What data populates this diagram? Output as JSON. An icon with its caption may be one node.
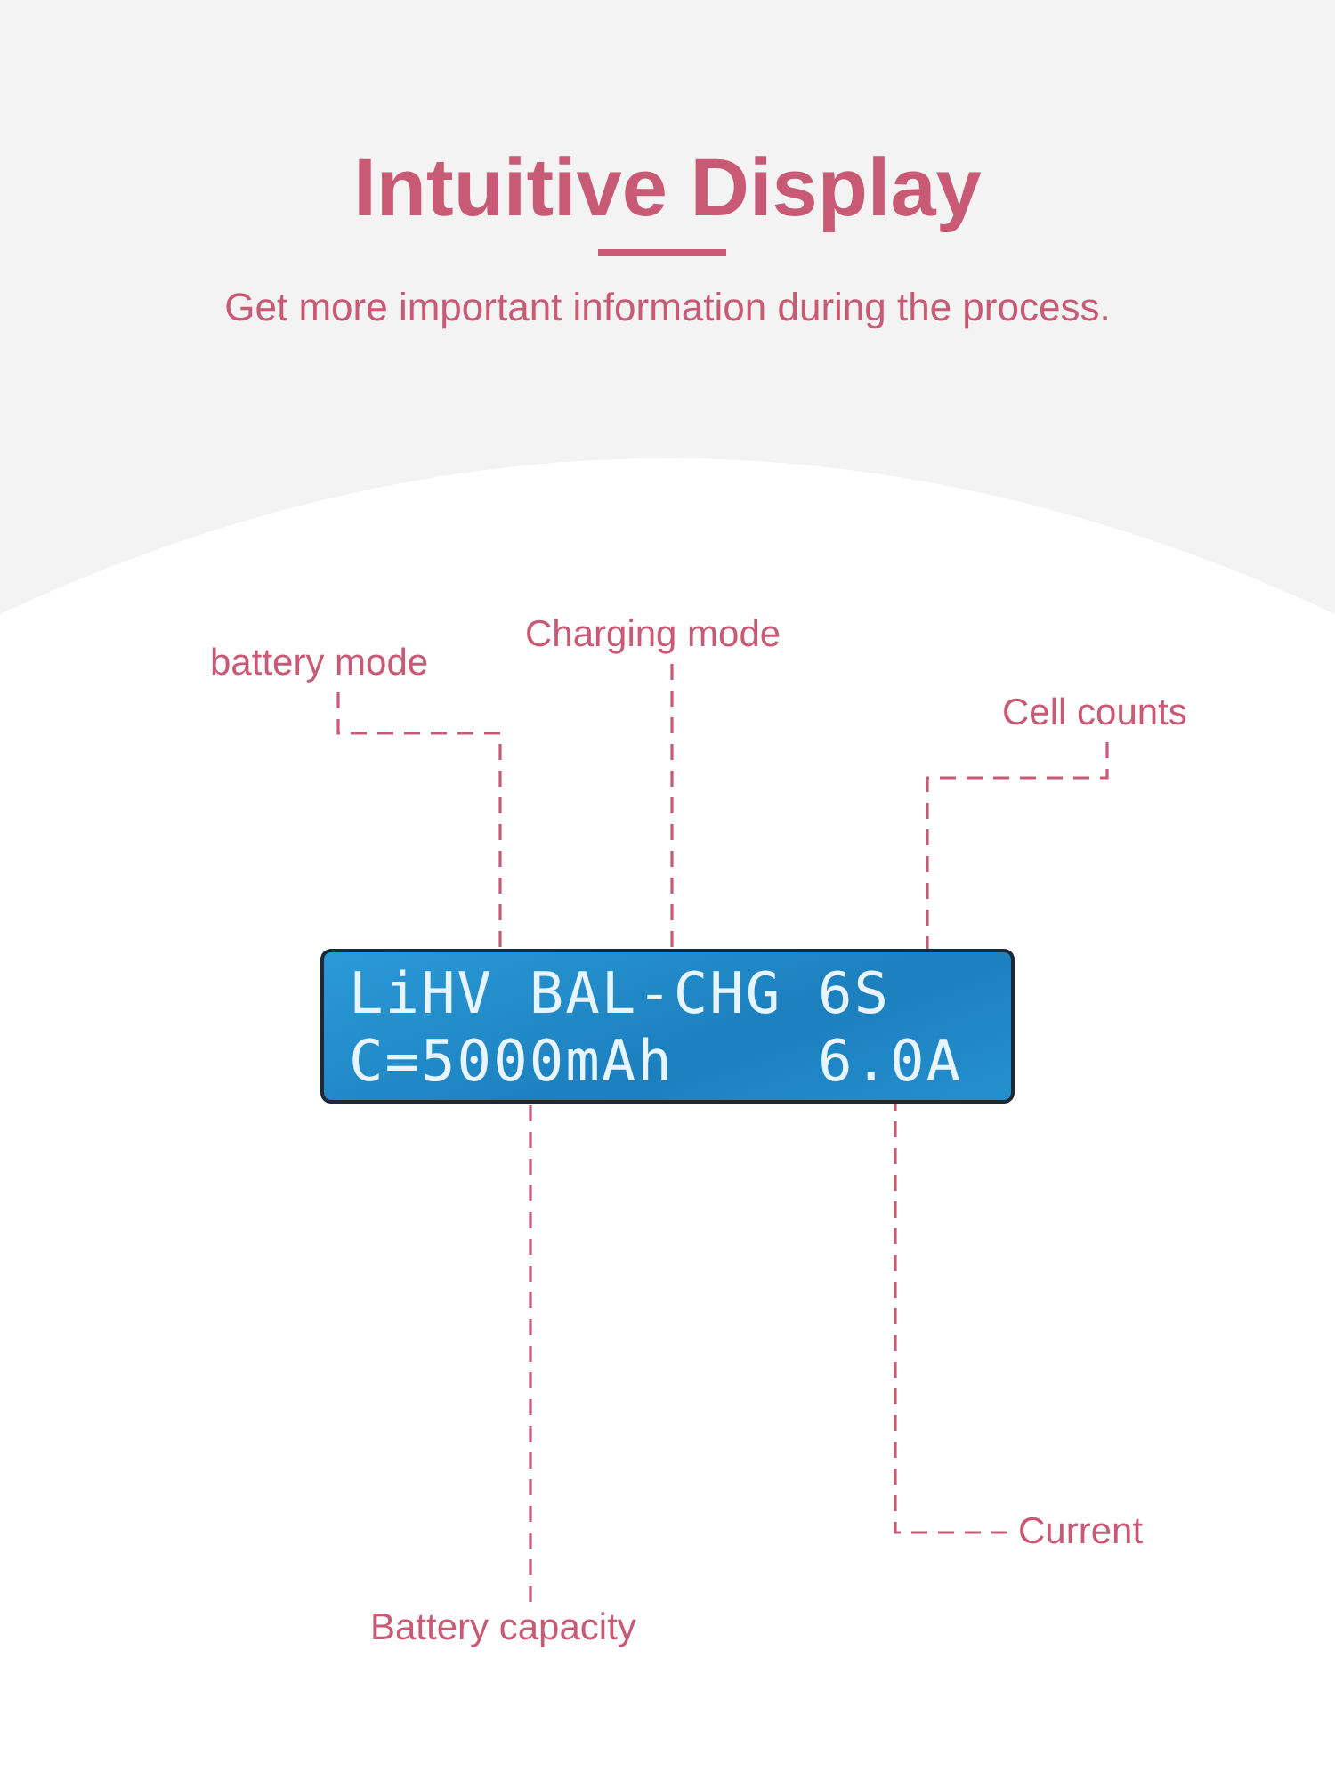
{
  "diagram": {
    "title": "Intuitive Display",
    "nodes": [
      {
        "text": [
          "LiHV BAL-CHG 6S",
          "C=5000mAh    6.0A"
        ]
      },
      {
        "text": [
          "battery mode"
        ]
      },
      {
        "text": [
          "Charging mode"
        ]
      },
      {
        "text": [
          "Cell counts"
        ]
      },
      {
        "text": [
          "Battery capacity"
        ]
      },
      {
        "text": [
          "Current"
        ]
      }
    ],
    "edges": [
      {
        "from": 1,
        "to": 0,
        "arrow": "none",
        "style": "dashed"
      },
      {
        "from": 2,
        "to": 0,
        "arrow": "none",
        "style": "dashed"
      },
      {
        "from": 3,
        "to": 0,
        "arrow": "none",
        "style": "dashed"
      },
      {
        "from": 4,
        "to": 0,
        "arrow": "none",
        "style": "dashed"
      },
      {
        "from": 5,
        "to": 0,
        "arrow": "none",
        "style": "dashed"
      }
    ],
    "labels": [
      "Get more important information during the process."
    ]
  }
}
